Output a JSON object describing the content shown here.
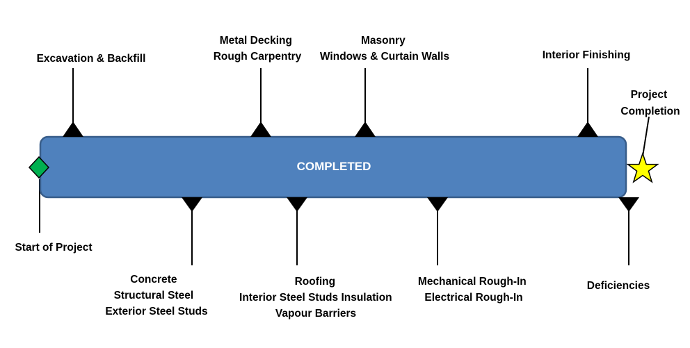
{
  "timeline": {
    "bar_label": "COMPLETED",
    "bar_color": "#4f81bd",
    "start_label": "Start of Project",
    "end_label_lines": [
      "Project",
      "Completion"
    ],
    "start_marker_color": "#00b050",
    "end_marker_color": "#ffff00",
    "milestones_above": [
      {
        "lines": [
          "Excavation & Backfill"
        ]
      },
      {
        "lines": [
          "Metal Decking",
          "Rough Carpentry"
        ]
      },
      {
        "lines": [
          "Masonry",
          "Windows & Curtain Walls"
        ]
      },
      {
        "lines": [
          "Interior Finishing"
        ]
      }
    ],
    "milestones_below": [
      {
        "lines": [
          "Concrete",
          "Structural Steel",
          "Exterior Steel Studs"
        ]
      },
      {
        "lines": [
          "Roofing",
          "Interior Steel Studs Insulation",
          "Vapour Barriers"
        ]
      },
      {
        "lines": [
          "Mechanical Rough-In",
          "Electrical Rough-In"
        ]
      },
      {
        "lines": [
          "Deficiencies"
        ]
      }
    ]
  }
}
